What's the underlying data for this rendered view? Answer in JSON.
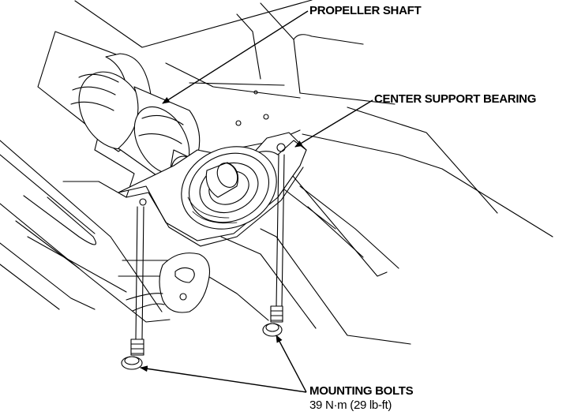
{
  "labels": {
    "propeller_shaft": "PROPELLER SHAFT",
    "center_support_bearing": "CENTER SUPPORT BEARING",
    "mounting_bolts": "MOUNTING BOLTS",
    "torque_spec": "39 N·m (29 lb-ft)"
  },
  "colors": {
    "line": "#000000",
    "background": "#ffffff"
  }
}
